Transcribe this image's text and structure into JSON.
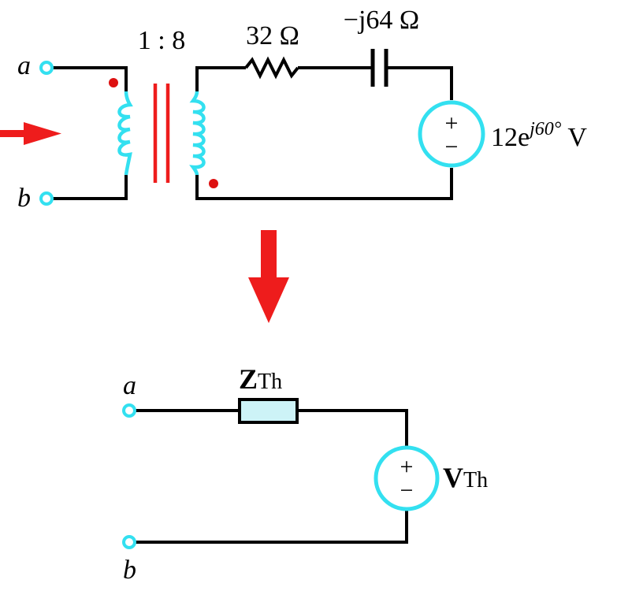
{
  "top_circuit": {
    "terminal_a": "a",
    "terminal_b": "b",
    "turns_ratio": "1 : 8",
    "resistor": "32 Ω",
    "capacitor": "−j64 Ω",
    "source_prefix": "12e",
    "source_exponent": "j60°",
    "source_unit": "V",
    "source_plus": "+",
    "source_minus": "−"
  },
  "bottom_circuit": {
    "terminal_a": "a",
    "terminal_b": "b",
    "impedance_symbol": "Z",
    "impedance_subscript": "Th",
    "voltage_symbol": "V",
    "voltage_subscript": "Th",
    "source_plus": "+",
    "source_minus": "−"
  },
  "colors": {
    "wire": "#000000",
    "coil": "#33e0f0",
    "core": "#ee1c1c",
    "dot": "#dd1111",
    "arrow": "#ee1c1c",
    "impedance_fill": "#cdf3f7"
  }
}
